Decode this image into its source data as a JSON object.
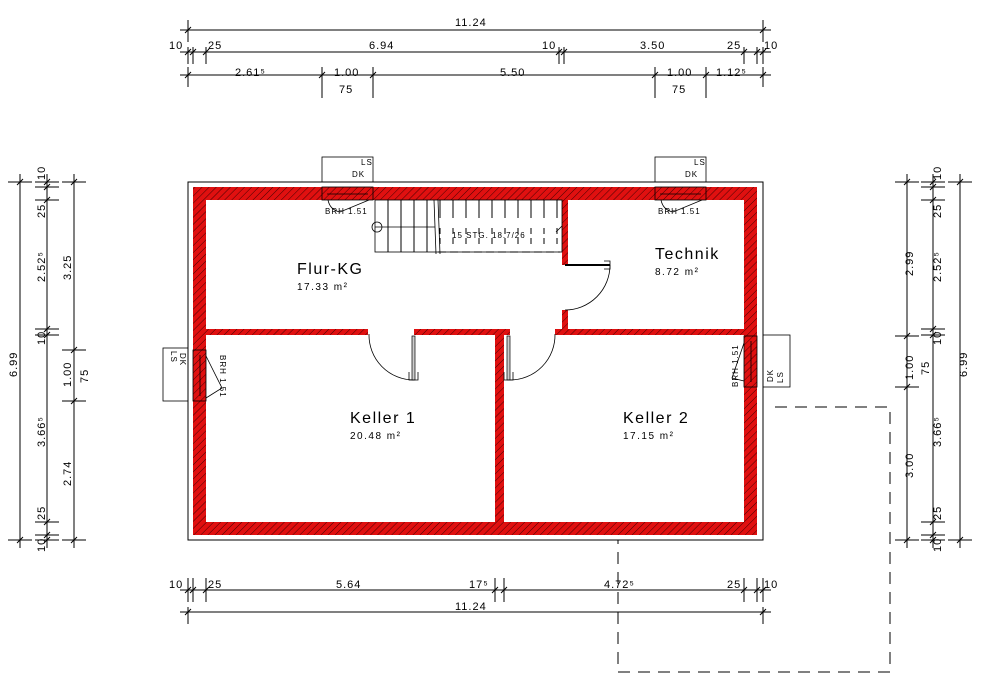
{
  "plan": {
    "wall_color": "#e01010",
    "rooms": [
      {
        "name": "Flur-KG",
        "area": "17.33 m²"
      },
      {
        "name": "Technik",
        "area": "8.72 m²"
      },
      {
        "name": "Keller 1",
        "area": "20.48 m²"
      },
      {
        "name": "Keller 2",
        "area": "17.15 m²"
      }
    ],
    "stair_label": "15 STG. 18.7/26",
    "window_label_ls": "LS",
    "window_label_dk": "DK",
    "sill_label": "BRH 1.51"
  },
  "dims": {
    "top": {
      "overall": "11.24",
      "row2": [
        "10",
        "25",
        "6.94",
        "10",
        "3.50",
        "25",
        "10"
      ],
      "row3": [
        "2.61⁵",
        "1.00",
        "75",
        "5.50",
        "1.00",
        "75",
        "1.12⁵"
      ]
    },
    "bottom": {
      "row1": [
        "10",
        "25",
        "5.64",
        "17⁵",
        "4.72⁵",
        "25",
        "10"
      ],
      "overall": "11.24"
    },
    "left": {
      "overall": "6.99",
      "row2": [
        "10",
        "25",
        "2.52⁵",
        "10",
        "3.66⁵",
        "25",
        "10"
      ],
      "row3": [
        "3.25",
        "1.00",
        "75",
        "2.74"
      ]
    },
    "right": {
      "row1": [
        "2.99",
        "1.00",
        "75",
        "3.00"
      ],
      "row2": [
        "10",
        "25",
        "2.52⁵",
        "10",
        "3.66⁵",
        "25",
        "10"
      ],
      "overall": "6.99"
    }
  }
}
